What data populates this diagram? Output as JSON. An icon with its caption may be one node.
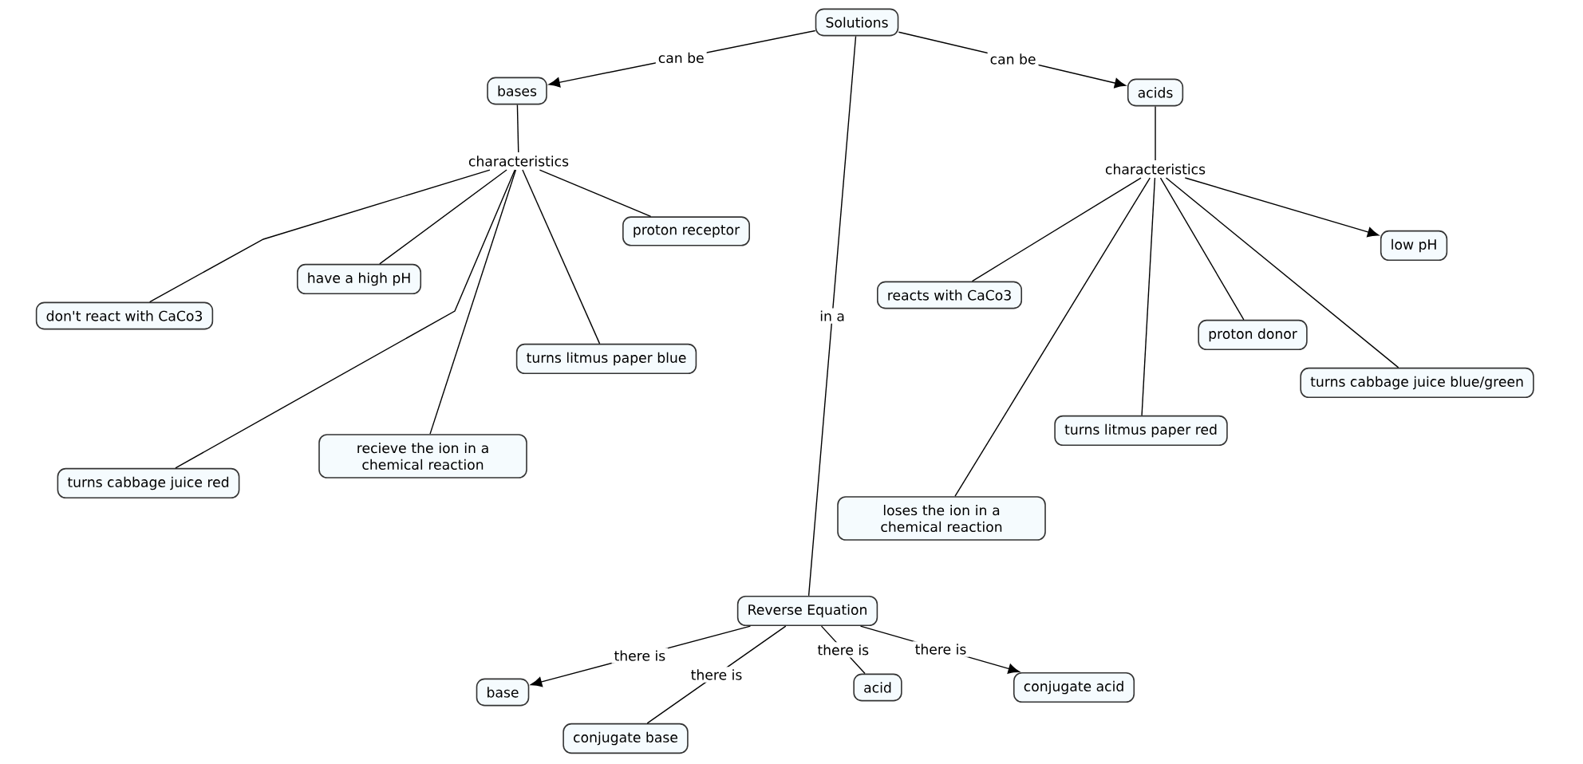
{
  "diagram": {
    "nodes": [
      {
        "text": [
          "Solutions"
        ]
      },
      {
        "text": [
          "bases"
        ]
      },
      {
        "text": [
          "acids"
        ]
      },
      {
        "text": [
          "characteristics"
        ]
      },
      {
        "text": [
          "proton receptor"
        ]
      },
      {
        "text": [
          "have a high pH"
        ]
      },
      {
        "text": [
          "don't react with CaCo3"
        ]
      },
      {
        "text": [
          "turns litmus paper blue"
        ]
      },
      {
        "text": [
          "recieve the ion in a chemical reaction"
        ]
      },
      {
        "text": [
          "turns cabbage juice red"
        ]
      },
      {
        "text": [
          "characteristics"
        ]
      },
      {
        "text": [
          "proton donor"
        ]
      },
      {
        "text": [
          "low pH"
        ]
      },
      {
        "text": [
          "reacts with CaCo3"
        ]
      },
      {
        "text": [
          "turns cabbage juice blue/green"
        ]
      },
      {
        "text": [
          "turns litmus paper red"
        ]
      },
      {
        "text": [
          "loses the ion in a chemical reaction"
        ]
      },
      {
        "text": [
          "Reverse Equation"
        ]
      },
      {
        "text": [
          "base"
        ]
      },
      {
        "text": [
          "conjugate base"
        ]
      },
      {
        "text": [
          "acid"
        ]
      },
      {
        "text": [
          "conjugate acid"
        ]
      }
    ],
    "edges": [
      {
        "from": 0,
        "to": 1,
        "arrow": "to",
        "label": "can be"
      },
      {
        "from": 0,
        "to": 2,
        "arrow": "to",
        "label": "can be"
      },
      {
        "from": 0,
        "to": 17,
        "arrow": "none",
        "label": "in a"
      },
      {
        "from": 1,
        "to": 3,
        "arrow": "none"
      },
      {
        "from": 3,
        "to": 4,
        "arrow": "none"
      },
      {
        "from": 3,
        "to": 5,
        "arrow": "none"
      },
      {
        "from": 3,
        "to": 6,
        "arrow": "none"
      },
      {
        "from": 3,
        "to": 7,
        "arrow": "none"
      },
      {
        "from": 3,
        "to": 8,
        "arrow": "none"
      },
      {
        "from": 3,
        "to": 9,
        "arrow": "none"
      },
      {
        "from": 2,
        "to": 10,
        "arrow": "none"
      },
      {
        "from": 10,
        "to": 11,
        "arrow": "none"
      },
      {
        "from": 10,
        "to": 12,
        "arrow": "to"
      },
      {
        "from": 10,
        "to": 13,
        "arrow": "none"
      },
      {
        "from": 10,
        "to": 14,
        "arrow": "none"
      },
      {
        "from": 10,
        "to": 15,
        "arrow": "none"
      },
      {
        "from": 10,
        "to": 16,
        "arrow": "none"
      },
      {
        "from": 17,
        "to": 18,
        "arrow": "to",
        "label": "there is"
      },
      {
        "from": 17,
        "to": 19,
        "arrow": "none",
        "label": "there is"
      },
      {
        "from": 17,
        "to": 20,
        "arrow": "none",
        "label": "there is"
      },
      {
        "from": 17,
        "to": 21,
        "arrow": "to",
        "label": "there is"
      }
    ]
  }
}
